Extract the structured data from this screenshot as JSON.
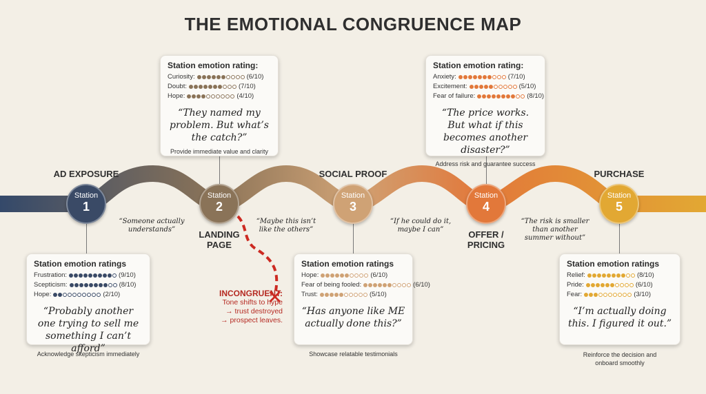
{
  "title": "THE EMOTIONAL CONGRUENCE MAP",
  "colors": {
    "background": "#f3efe6",
    "incongruent": "#b52a22",
    "dot_empty": "#ffffff"
  },
  "stations": [
    {
      "label": "AD EXPOSURE",
      "word": "Station",
      "number": "1",
      "color": "#3a4a66",
      "card": {
        "title": "Station emotion ratings",
        "ratings": [
          {
            "name": "Frustration:",
            "value": 9,
            "display": "(9/10)"
          },
          {
            "name": "Scepticism:",
            "value": 8,
            "display": "(8/10)"
          },
          {
            "name": "Hope:",
            "value": 2,
            "display": "(2/10)"
          }
        ],
        "quote": "“Probably another one trying to sell me something I can’t afford”",
        "note": ""
      },
      "below_note": "Acknowledge skepticism immediately"
    },
    {
      "label": "LANDING PAGE",
      "word": "Station",
      "number": "2",
      "color": "#8a7358",
      "card": {
        "title": "Station emotion rating:",
        "ratings": [
          {
            "name": "Curiosity:",
            "value": 6,
            "display": "(6/10)"
          },
          {
            "name": "Doubt:",
            "value": 7,
            "display": "(7/10)"
          },
          {
            "name": "Hope:",
            "value": 4,
            "display": "(4/10)"
          }
        ],
        "quote": "“They named my problem. But what’s the catch?”",
        "note": "Provide immediate value and clarity"
      },
      "below_note": ""
    },
    {
      "label": "SOCIAL PROOF",
      "word": "Station",
      "number": "3",
      "color": "#cfa275",
      "card": {
        "title": "Station emotion ratings",
        "ratings": [
          {
            "name": "Hope:",
            "value": 6,
            "display": "(6/10)"
          },
          {
            "name": "Fear of being fooled:",
            "value": 6,
            "display": "(6/10)"
          },
          {
            "name": "Trust:",
            "value": 5,
            "display": "(5/10)"
          }
        ],
        "quote": "“Has anyone like ME actually done this?”",
        "note": ""
      },
      "below_note": "Showcase relatable testimonials"
    },
    {
      "label": "OFFER / PRICING",
      "word": "Station",
      "number": "4",
      "color": "#e2783a",
      "card": {
        "title": "Station emotion rating:",
        "ratings": [
          {
            "name": "Anxiety:",
            "value": 7,
            "display": "(7/10)"
          },
          {
            "name": "Excitement:",
            "value": 5,
            "display": "(5/10)"
          },
          {
            "name": "Fear of failure:",
            "value": 8,
            "display": "(8/10)"
          }
        ],
        "quote": "“The price works. But what if this becomes another disaster?”",
        "note": "Address risk and guarantee success"
      },
      "below_note": ""
    },
    {
      "label": "PURCHASE",
      "word": "Station",
      "number": "5",
      "color": "#e2a833",
      "card": {
        "title": "Station emotion ratings",
        "ratings": [
          {
            "name": "Relief:",
            "value": 8,
            "display": "(8/10)"
          },
          {
            "name": "Pride:",
            "value": 6,
            "display": "(6/10)"
          },
          {
            "name": "Fear:",
            "value": 3,
            "display": "(3/10)"
          }
        ],
        "quote": "“I’m actually doing this. I figured it out.”",
        "note": ""
      },
      "below_note": "Reinforce the decision and onboard smoothly"
    }
  ],
  "transition_quotes": [
    "“Someone actually understands”",
    "“Maybe this isn’t like the others”",
    "“If he could do it, maybe I can”",
    "“The risk is smaller than another summer without”"
  ],
  "incongruent": {
    "heading": "INCONGRUENT:",
    "lines": [
      "Tone shifts to hype",
      "→ trust destroyed",
      "→ prospect leaves."
    ],
    "marker": "✕"
  }
}
